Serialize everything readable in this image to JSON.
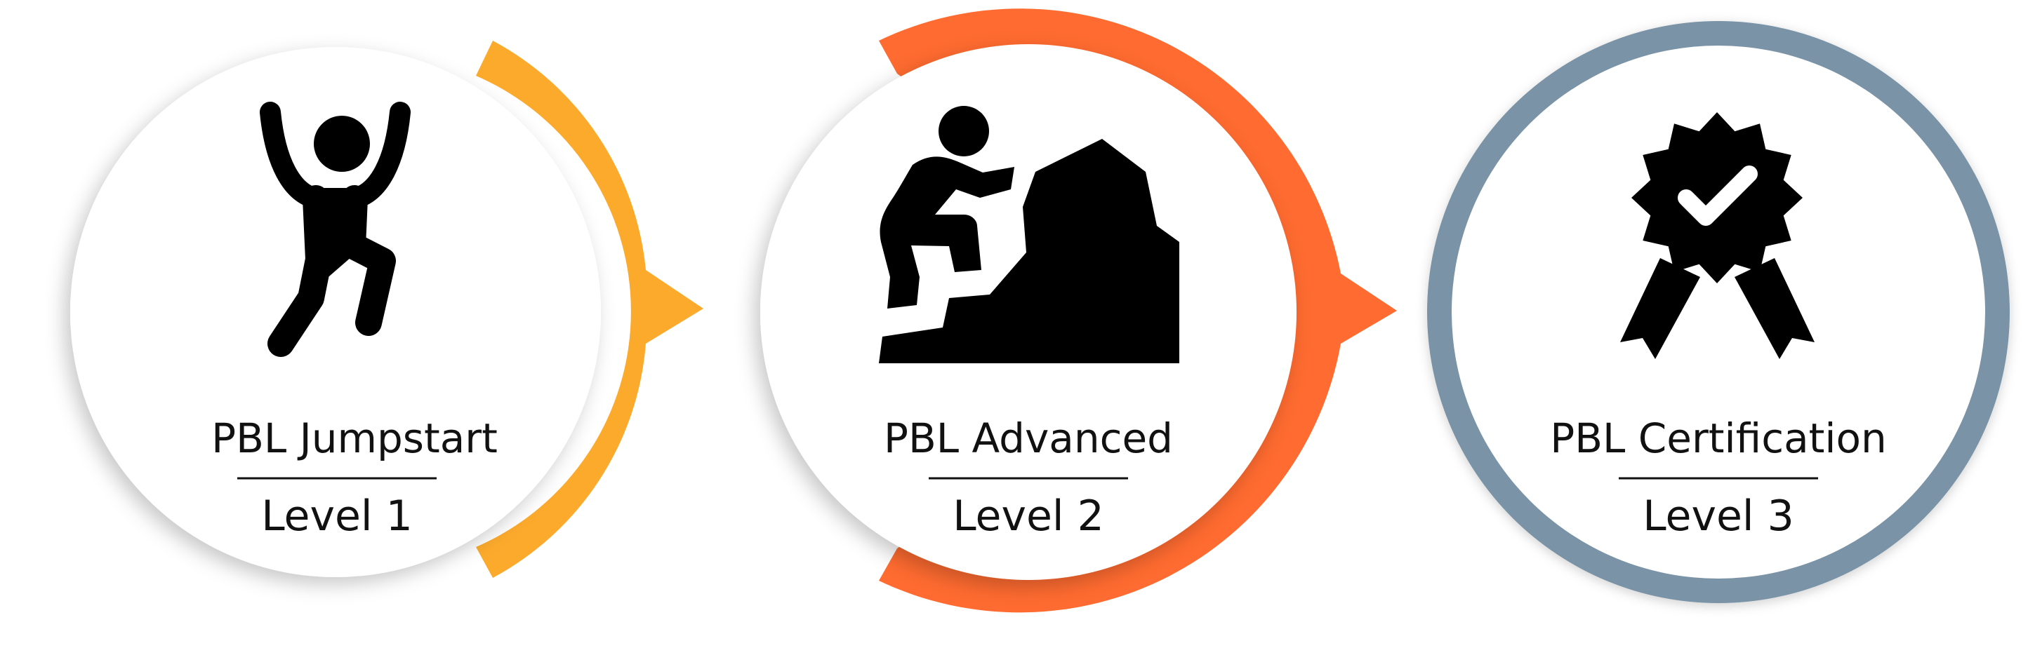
{
  "colors": {
    "level1_ring": "#FCAA2C",
    "level2_ring": "#FF6B30",
    "level3_ring": "#7A93A6",
    "icon": "#000000",
    "text": "#111111",
    "card": "#FFFFFF"
  },
  "steps": [
    {
      "title": "PBL Jumpstart",
      "level": "Level 1",
      "icon": "jumping-person-icon",
      "ring_color": "#FCAA2C",
      "ring_style": "half-arc-with-arrow"
    },
    {
      "title": "PBL Advanced",
      "level": "Level 2",
      "icon": "climbing-person-icon",
      "ring_color": "#FF6B30",
      "ring_style": "three-quarter-arc-with-arrow"
    },
    {
      "title": "PBL Certification",
      "level": "Level 3",
      "icon": "award-badge-icon",
      "ring_color": "#7A93A6",
      "ring_style": "full-ring"
    }
  ]
}
